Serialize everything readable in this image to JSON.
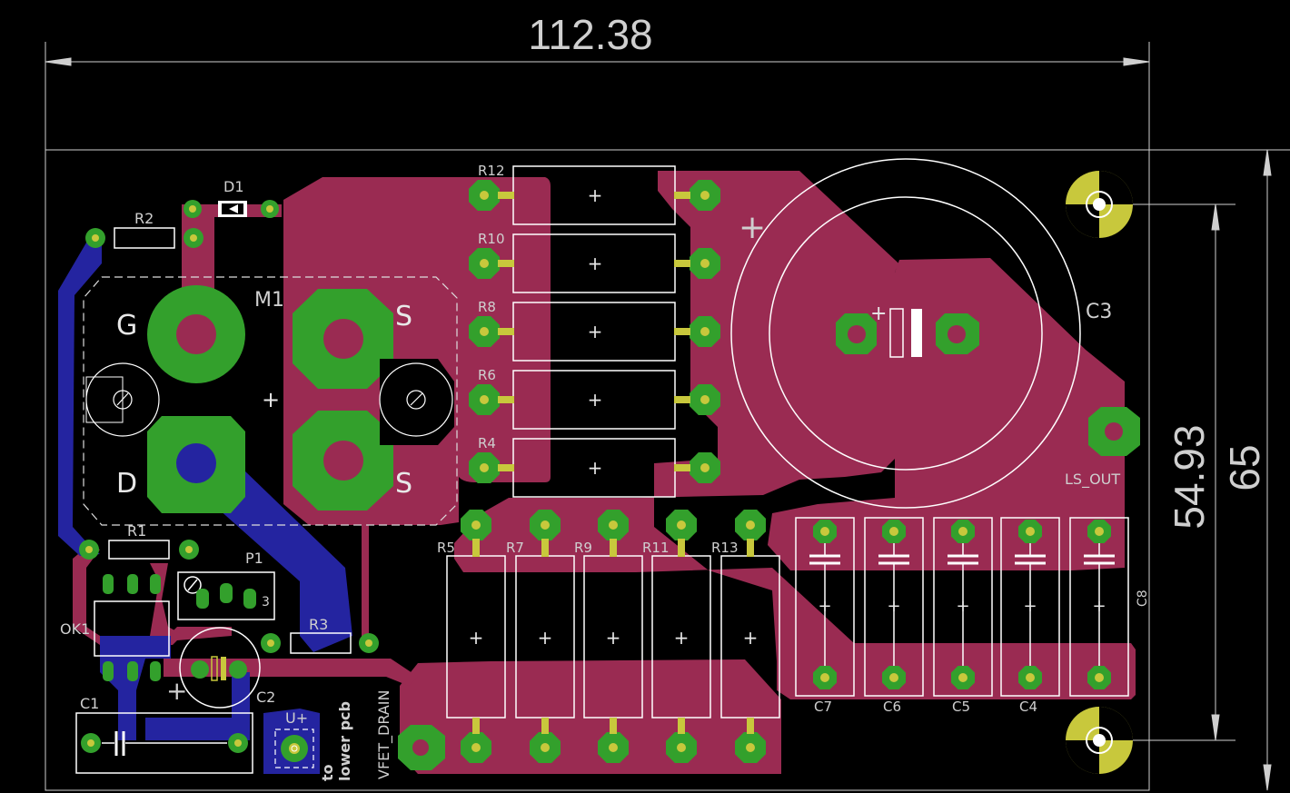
{
  "dimensions": {
    "width": "112.38",
    "height_inner": "54.93",
    "height_outer": "65"
  },
  "components": {
    "r12": "R12",
    "r10": "R10",
    "r8": "R8",
    "r6": "R6",
    "r4": "R4",
    "r5": "R5",
    "r7": "R7",
    "r9": "R9",
    "r11": "R11",
    "r13": "R13",
    "r1": "R1",
    "r2": "R2",
    "r3": "R3",
    "d1": "D1",
    "m1": "M1",
    "c1": "C1",
    "c2": "C2",
    "c3": "C3",
    "c4": "C4",
    "c5": "C5",
    "c6": "C6",
    "c7": "C7",
    "c8": "C8",
    "ok1": "OK1",
    "p1": "P1",
    "p1_pin": "3",
    "uplus": "U+",
    "ls_out": "LS_OUT"
  },
  "mosfet_pins": {
    "gate": "G",
    "drain": "D",
    "source_top": "S",
    "source_bottom": "S"
  },
  "silkscreen": {
    "to_lower_pcb_1": "to",
    "to_lower_pcb_2": "lower pcb",
    "vfet_drain": "VFET_DRAIN"
  },
  "colors": {
    "background": "#000000",
    "top_copper": "#9a2b52",
    "bottom_copper": "#2424a0",
    "pad": "#33a02c",
    "pad_highlight": "#c8c83c",
    "silkscreen": "#ffffff",
    "dimension": "#cfcfcf"
  }
}
